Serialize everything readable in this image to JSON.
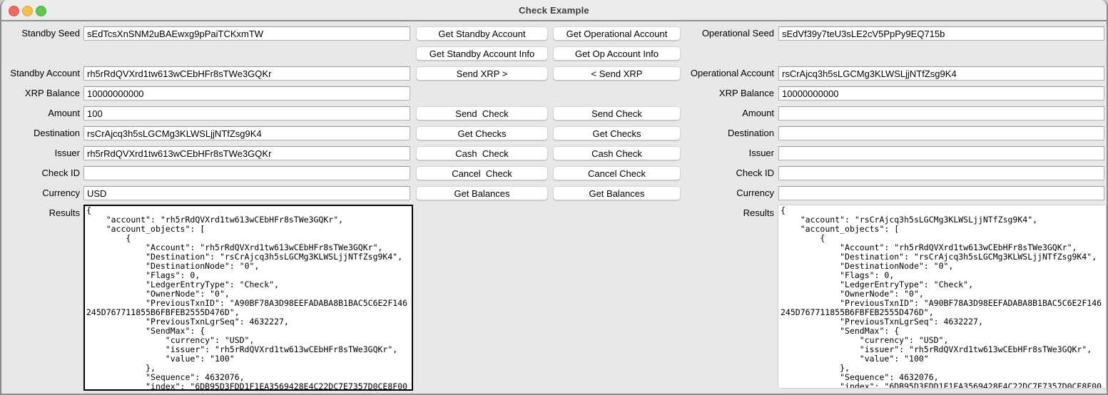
{
  "window": {
    "title": "Check Example"
  },
  "standby": {
    "seed": {
      "label": "Standby Seed",
      "value": "sEdTcsXnSNM2uBAEwxg9pPaiTCKxmTW"
    },
    "account": {
      "label": "Standby Account",
      "value": "rh5rRdQVXrd1tw613wCEbHFr8sTWe3GQKr"
    },
    "xrp_balance": {
      "label": "XRP Balance",
      "value": "10000000000"
    },
    "amount": {
      "label": "Amount",
      "value": "100"
    },
    "destination": {
      "label": "Destination",
      "value": "rsCrAjcq3h5sLGCMg3KLWSLjjNTfZsg9K4"
    },
    "issuer": {
      "label": "Issuer",
      "value": "rh5rRdQVXrd1tw613wCEbHFr8sTWe3GQKr"
    },
    "check_id": {
      "label": "Check ID",
      "value": ""
    },
    "currency": {
      "label": "Currency",
      "value": "USD"
    },
    "results": {
      "label": "Results",
      "value": "{\n    \"account\": \"rh5rRdQVXrd1tw613wCEbHFr8sTWe3GQKr\",\n    \"account_objects\": [\n        {\n            \"Account\": \"rh5rRdQVXrd1tw613wCEbHFr8sTWe3GQKr\",\n            \"Destination\": \"rsCrAjcq3h5sLGCMg3KLWSLjjNTfZsg9K4\",\n            \"DestinationNode\": \"0\",\n            \"Flags\": 0,\n            \"LedgerEntryType\": \"Check\",\n            \"OwnerNode\": \"0\",\n            \"PreviousTxnID\": \"A90BF78A3D98EEFADABA8B1BAC5C6E2F146245D767711855B6FBFEB2555D476D\",\n            \"PreviousTxnLgrSeq\": 4632227,\n            \"SendMax\": {\n                \"currency\": \"USD\",\n                \"issuer\": \"rh5rRdQVXrd1tw613wCEbHFr8sTWe3GQKr\",\n                \"value\": \"100\"\n            },\n            \"Sequence\": 4632076,\n            \"index\": \"6DB95D3FDD1F1EA3569428E4C22DC7E7357D0CE8F00"
    }
  },
  "operational": {
    "seed": {
      "label": "Operational Seed",
      "value": "sEdVf39y7teU3sLE2cV5PpPy9EQ715b"
    },
    "account": {
      "label": "Operational Account",
      "value": "rsCrAjcq3h5sLGCMg3KLWSLjjNTfZsg9K4"
    },
    "xrp_balance": {
      "label": "XRP Balance",
      "value": "10000000000"
    },
    "amount": {
      "label": "Amount",
      "value": ""
    },
    "destination": {
      "label": "Destination",
      "value": ""
    },
    "issuer": {
      "label": "Issuer",
      "value": ""
    },
    "check_id": {
      "label": "Check ID",
      "value": ""
    },
    "currency": {
      "label": "Currency",
      "value": ""
    },
    "results": {
      "label": "Results",
      "value": "{\n    \"account\": \"rsCrAjcq3h5sLGCMg3KLWSLjjNTfZsg9K4\",\n    \"account_objects\": [\n        {\n            \"Account\": \"rh5rRdQVXrd1tw613wCEbHFr8sTWe3GQKr\",\n            \"Destination\": \"rsCrAjcq3h5sLGCMg3KLWSLjjNTfZsg9K4\",\n            \"DestinationNode\": \"0\",\n            \"Flags\": 0,\n            \"LedgerEntryType\": \"Check\",\n            \"OwnerNode\": \"0\",\n            \"PreviousTxnID\": \"A90BF78A3D98EEFADABA8B1BAC5C6E2F146245D767711855B6FBFEB2555D476D\",\n            \"PreviousTxnLgrSeq\": 4632227,\n            \"SendMax\": {\n                \"currency\": \"USD\",\n                \"issuer\": \"rh5rRdQVXrd1tw613wCEbHFr8sTWe3GQKr\",\n                \"value\": \"100\"\n            },\n            \"Sequence\": 4632076,\n            \"index\": \"6DB95D3FDD1F1EA3569428E4C22DC7E7357D0CE8F00"
    }
  },
  "buttons": {
    "standby": [
      "Get Standby Account",
      "Get Standby Account Info",
      "Send XRP >",
      "Send  Check",
      "Get Checks",
      "Cash  Check",
      "Cancel  Check",
      "Get Balances"
    ],
    "operational": [
      "Get Operational Account",
      "Get Op Account Info",
      "< Send XRP",
      "Send Check",
      "Get Checks",
      "Cash Check",
      "Cancel Check",
      "Get Balances"
    ]
  }
}
